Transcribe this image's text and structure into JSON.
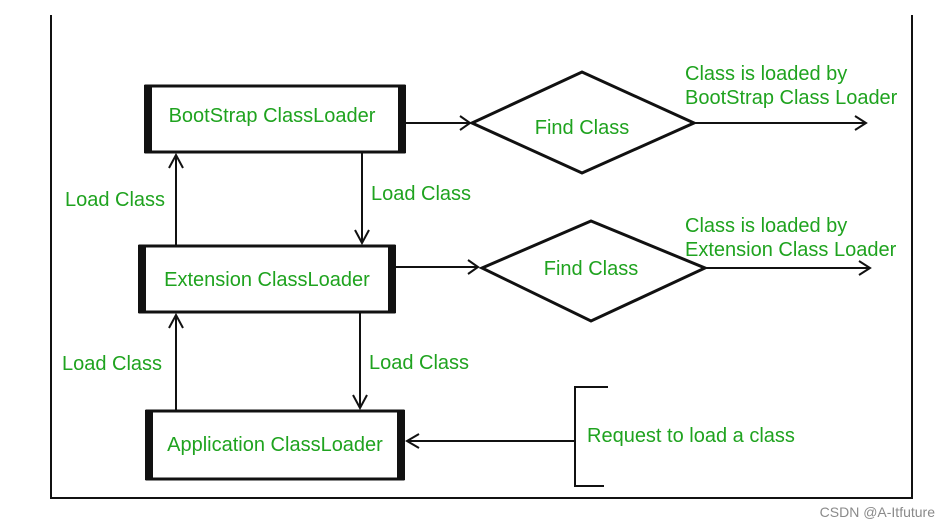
{
  "nodes": {
    "bootstrap": "BootStrap ClassLoader",
    "extension": "Extension ClassLoader",
    "application": "Application ClassLoader",
    "find_class_1": "Find Class",
    "find_class_2": "Find Class"
  },
  "edge_labels": {
    "up_1": "Load Class",
    "down_1": "Load Class",
    "up_2": "Load Class",
    "down_2": "Load Class",
    "loaded_bootstrap_l1": "Class is loaded by",
    "loaded_bootstrap_l2": "BootStrap Class Loader",
    "loaded_extension_l1": "Class is loaded by",
    "loaded_extension_l2": "Extension Class Loader",
    "request": "Request to load a class"
  },
  "watermark": "CSDN @A-Itfuture",
  "colors": {
    "label": "#1fa31f",
    "lines": "#111111"
  }
}
